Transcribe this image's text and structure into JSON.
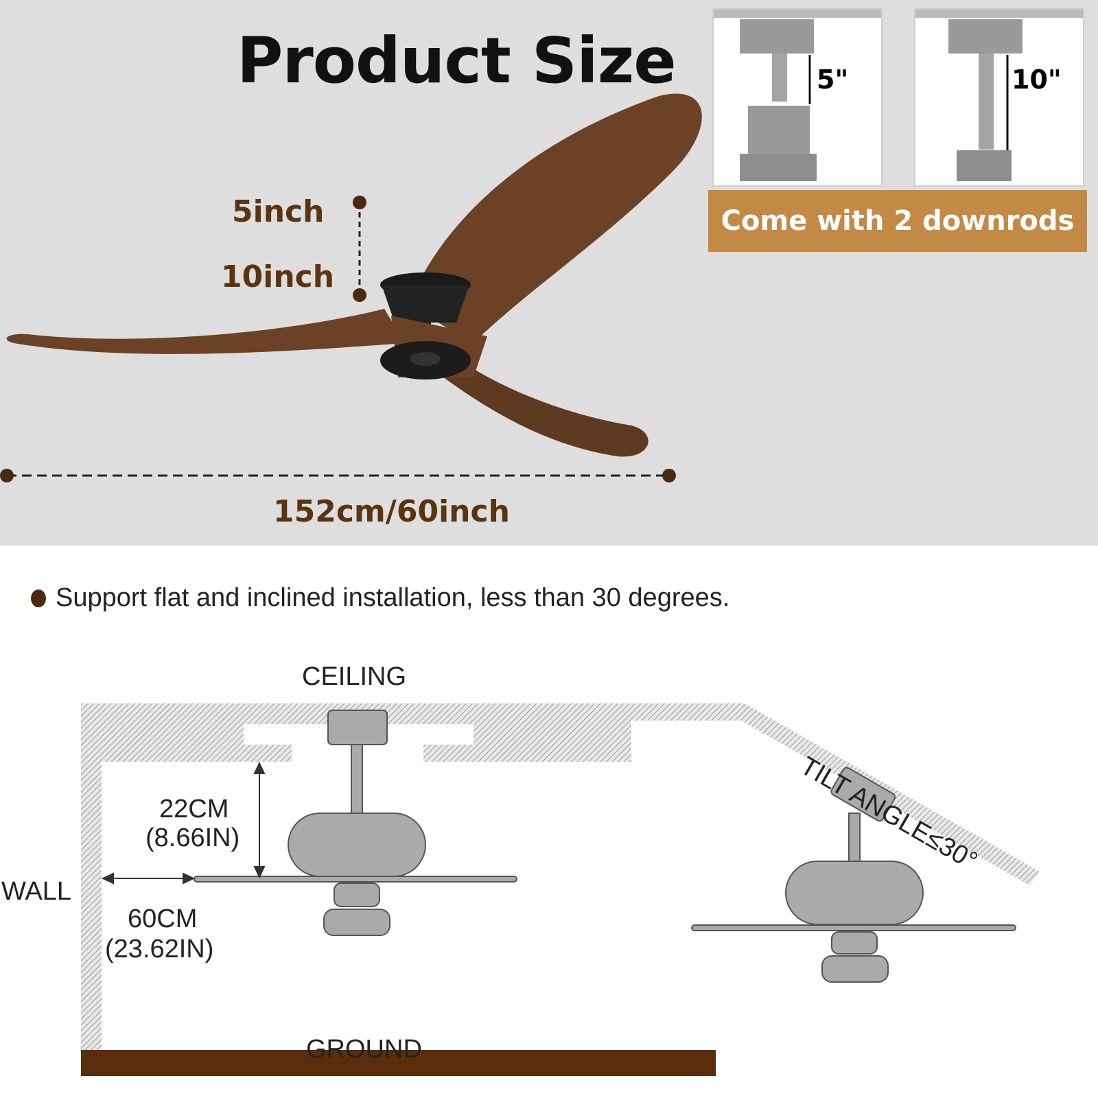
{
  "title": "Product Size",
  "downrod": {
    "label_short": "5\"",
    "label_long": "10\"",
    "band_text": "Come with 2 downrods"
  },
  "fan": {
    "rod_label_1": "5inch",
    "rod_label_2": "10inch",
    "span_label": "152cm/60inch"
  },
  "installation": {
    "note": "Support flat and inclined installation, less than 30 degrees.",
    "ceiling": "CEILING",
    "tilt": "TILT ANGLE≤30°",
    "vertical_cm": "22CM",
    "vertical_in": "(8.66IN)",
    "wall": "WALL",
    "wall_cm": "60CM",
    "wall_in": "(23.62IN)",
    "ground": "GROUND"
  },
  "colors": {
    "wood": "#6b4226",
    "band": "#c28a45",
    "ground": "#5a2d0c",
    "label": "#5a3410"
  }
}
